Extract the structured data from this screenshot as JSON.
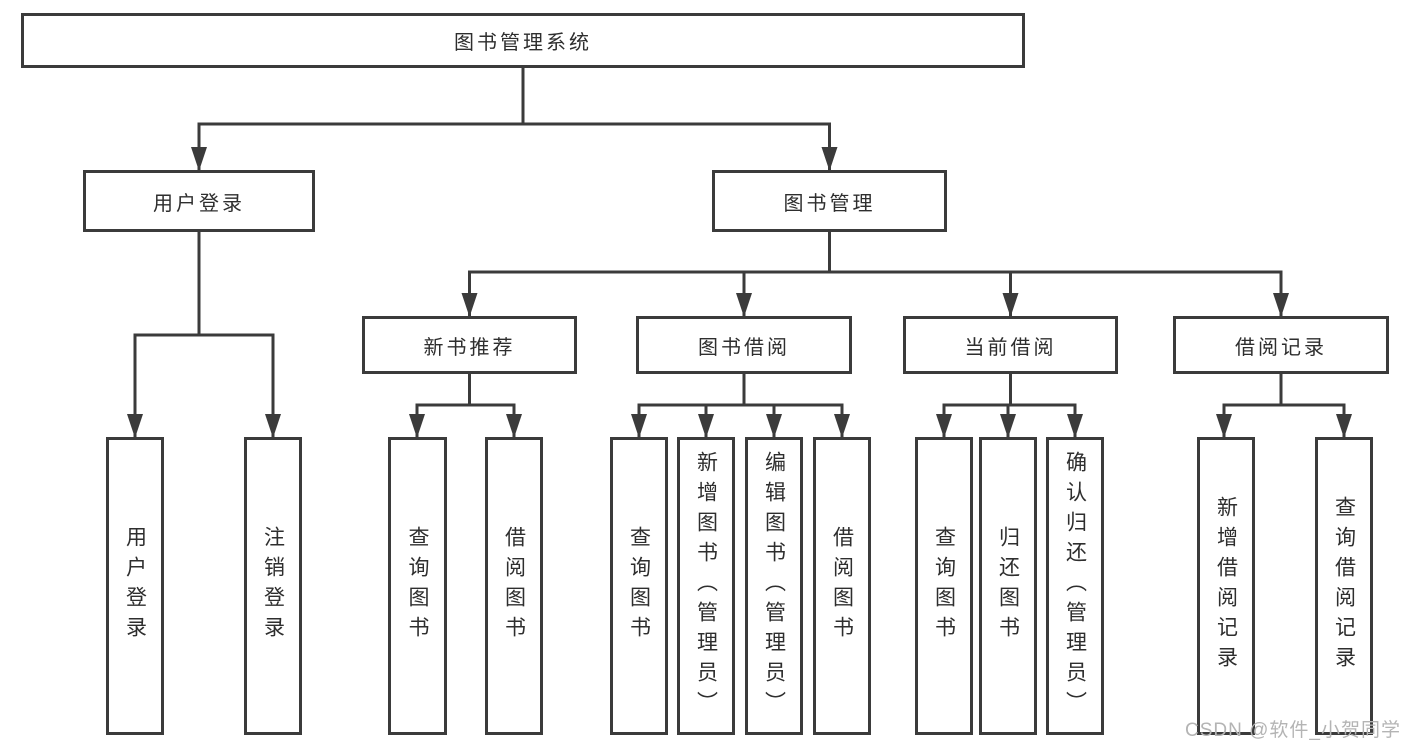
{
  "colors": {
    "line": "#3b3b3b",
    "text": "#2e2e2e",
    "watermark": "#b4b4b4",
    "background": "#ffffff"
  },
  "diagram": {
    "title": "图书管理系统",
    "branches": {
      "user_login": {
        "label": "用户登录",
        "children": [
          {
            "label": "用户登录"
          },
          {
            "label": "注销登录"
          }
        ]
      },
      "book_mgmt": {
        "label": "图书管理",
        "sections": [
          {
            "label": "新书推荐",
            "children": [
              {
                "label": "查询图书"
              },
              {
                "label": "借阅图书"
              }
            ]
          },
          {
            "label": "图书借阅",
            "children": [
              {
                "label": "查询图书"
              },
              {
                "label": "新增图书（管理员）"
              },
              {
                "label": "编辑图书（管理员）"
              },
              {
                "label": "借阅图书"
              }
            ]
          },
          {
            "label": "当前借阅",
            "children": [
              {
                "label": "查询图书"
              },
              {
                "label": "归还图书"
              },
              {
                "label": "确认归还（管理员）"
              }
            ]
          },
          {
            "label": "借阅记录",
            "children": [
              {
                "label": "新增借阅记录"
              },
              {
                "label": "查询借阅记录"
              }
            ]
          }
        ]
      }
    }
  },
  "watermark": "CSDN @软件_小贺同学"
}
